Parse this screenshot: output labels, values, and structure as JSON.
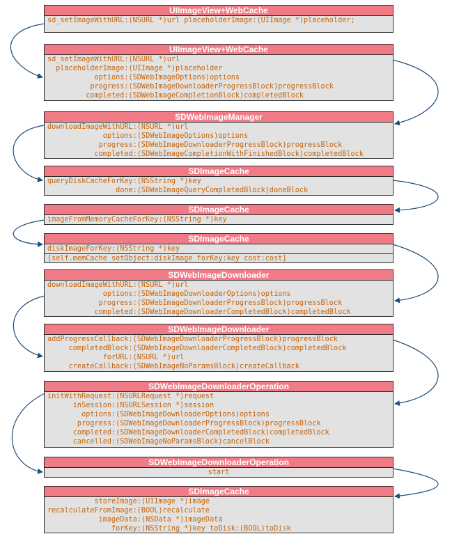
{
  "boxes": [
    {
      "title": "UIImageView+WebCache",
      "lines": [
        "sd_setImageWithURL:(NSURL *)url placeholderImage:(UIImage *)placeholder;"
      ]
    },
    {
      "title": "UIImageView+WebCache",
      "lines": [
        "sd_setImageWithURL:(NSURL *)url",
        "  placeholderImage:(UIImage *)placeholder",
        "           options:(SDWebImageOptions)options",
        "          progress:(SDWebImageDownloaderProgressBlock)progressBlock",
        "         completed:(SDWebImageCompletionBlock)completedBlock"
      ]
    },
    {
      "title": "SDWebImageManager",
      "lines": [
        "downloadImageWithURL:(NSURL *)url",
        "             options:(SDWebImageOptions)options",
        "            progress:(SDWebImageDownloaderProgressBlock)progressBlock",
        "           completed:(SDWebImageCompletionWithFinishedBlock)completedBlock"
      ]
    },
    {
      "title": "SDImageCache",
      "lines": [
        "queryDiskCacheForKey:(NSString *)key",
        "                done:(SDWebImageQueryCompletedBlock)doneBlock"
      ]
    },
    {
      "title": "SDImageCache",
      "lines": [
        "imageFromMemoryCacheForKey:(NSString *)key"
      ]
    },
    {
      "title": "SDImageCache",
      "lines": [
        "diskImageForKey:(NSString *)key"
      ],
      "extra": "[self.memCache setObject:diskImage forKey:key cost:cost]"
    },
    {
      "title": "SDWebImageDownloader",
      "lines": [
        "downloadImageWithURL:(NSURL *)url",
        "             options:(SDWebImageDownloaderOptions)options",
        "            progress:(SDWebImageDownloaderProgressBlock)progressBlock",
        "           completed:(SDWebImageDownloaderCompletedBlock)completedBlock"
      ]
    },
    {
      "title": "SDWebImageDownloader",
      "lines": [
        "addProgressCallback:(SDWebImageDownloaderProgressBlock)progressBlock",
        "     completedBlock:(SDWebImageDownloaderCompletedBlock)completedBlock",
        "             forURL:(NSURL *)url",
        "     createCallback:(SDWebImageNoParamsBlock)createCallback"
      ]
    },
    {
      "title": "SDWebImageDownloaderOperation",
      "lines": [
        "initWithRequest:(NSURLRequest *)request",
        "      inSession:(NSURLSession *)session",
        "        options:(SDWebImageDownloaderOptions)options",
        "       progress:(SDWebImageDownloaderProgressBlock)progressBlock",
        "      completed:(SDWebImageDownloaderCompletedBlock)completedBlock",
        "      cancelled:(SDWebImageNoParamsBlock)cancelBlock"
      ]
    },
    {
      "title": "SDWebImageDownloaderOperation",
      "lines": [
        "start"
      ],
      "center": true
    },
    {
      "title": "SDImageCache",
      "lines": [
        "           storeImage:(UIImage *)image",
        "recalculateFromImage:(BOOL)recalculate",
        "            imageData:(NSData *)imageData",
        "               forKey:(NSString *)key toDisk:(BOOL)toDisk"
      ]
    }
  ]
}
